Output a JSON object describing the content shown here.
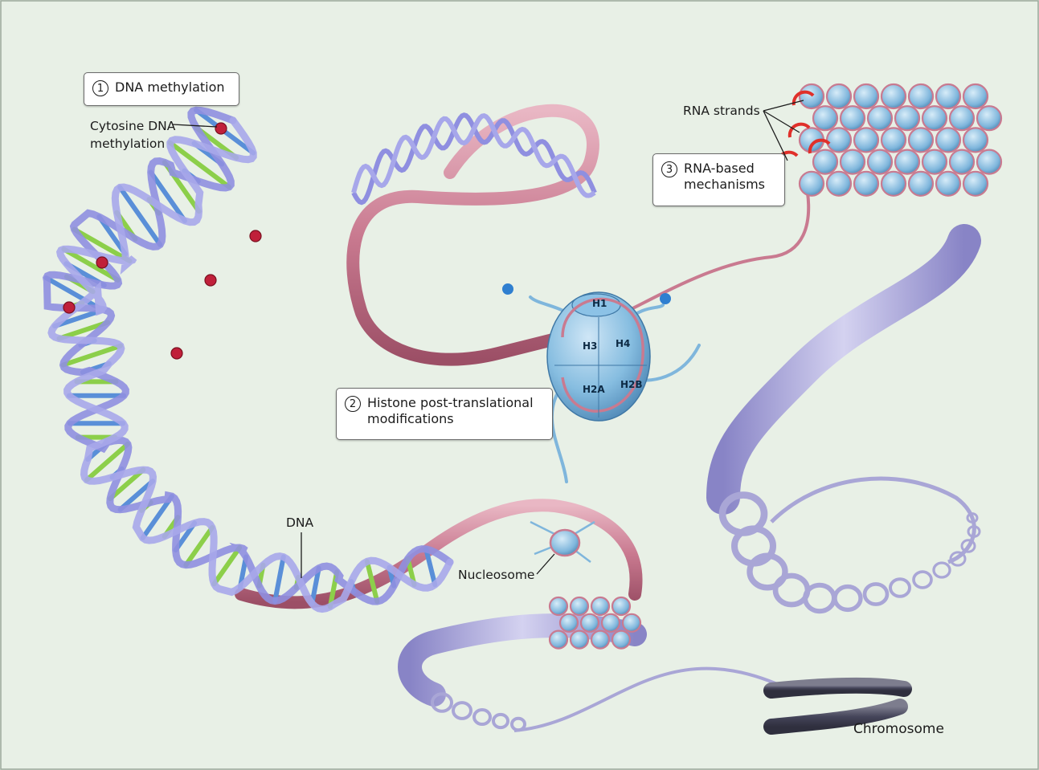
{
  "callouts": {
    "dna_methylation": {
      "number": "1",
      "title": "DNA methylation"
    },
    "histone": {
      "number": "2",
      "line1": "Histone post-translational",
      "line2": "modifications"
    },
    "rna": {
      "number": "3",
      "line1": "RNA-based",
      "line2": "mechanisms"
    }
  },
  "labels": {
    "cytosine_line1": "Cytosine DNA",
    "cytosine_line2": "methylation",
    "dna": "DNA",
    "nucleosome": "Nucleosome",
    "rna_strands": "RNA strands",
    "chromosome": "Chromosome"
  },
  "histones": {
    "h1": "H1",
    "h3": "H3",
    "h4": "H4",
    "h2a": "H2A",
    "h2b": "H2B"
  },
  "colors": {
    "background": "#e8f0e6",
    "helix_backbone": "#8f8fe0",
    "base_blue": "#5a8fd8",
    "base_green": "#8ccf4a",
    "methyl_mark": "#c0203a",
    "chromatin_pink": "#c97a90",
    "histone_blue": "#7fb6dc",
    "chromatin_fiber": "#a9a6d6",
    "chromosome": "#4a4a5a",
    "rna_red": "#e0302a"
  }
}
